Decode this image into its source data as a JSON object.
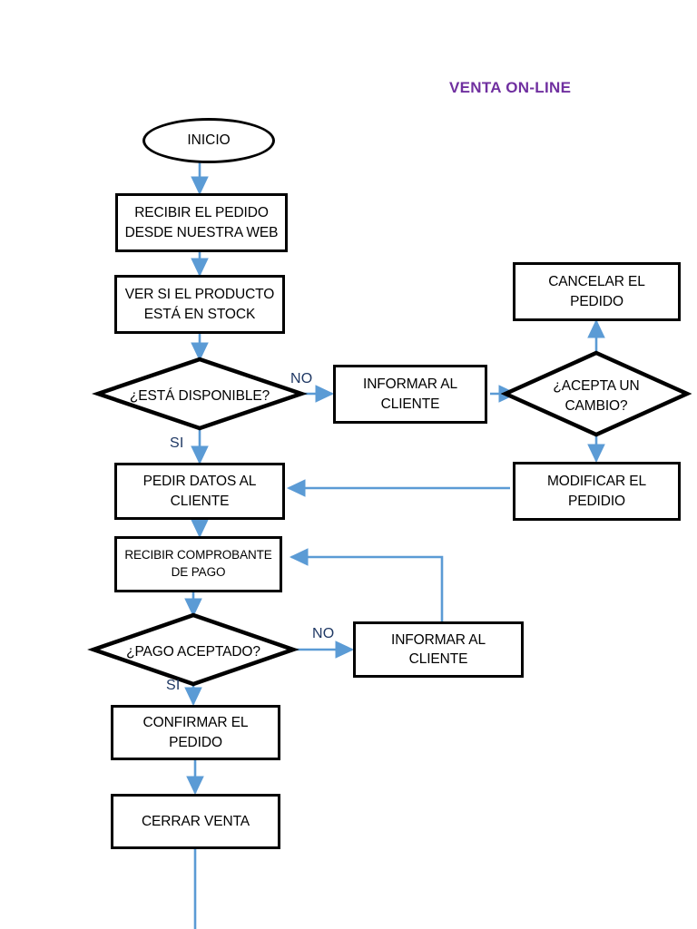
{
  "document": {
    "title": "VENTA ON-LINE",
    "title_color": "#7030A0",
    "background": "#ffffff"
  },
  "theme": {
    "shape_stroke": "#000000",
    "arrow_color": "#5B9BD5",
    "label_color": "#1F3864",
    "text_color": "#000000"
  },
  "flowchart": {
    "type": "flowchart",
    "orientation": "top-to-bottom",
    "nodes": [
      {
        "id": "inicio",
        "shape": "terminator",
        "text": "INICIO"
      },
      {
        "id": "recibir",
        "shape": "process",
        "line1": "RECIBIR EL PEDIDO",
        "line2": "DESDE NUESTRA WEB"
      },
      {
        "id": "verstock",
        "shape": "process",
        "line1": "VER SI EL PRODUCTO",
        "line2": "ESTÁ EN STOCK"
      },
      {
        "id": "disponible",
        "shape": "decision",
        "text": "¿ESTÁ DISPONIBLE?"
      },
      {
        "id": "informar1",
        "shape": "process",
        "line1": "INFORMAR AL",
        "line2": "CLIENTE"
      },
      {
        "id": "aceptacambio",
        "shape": "decision",
        "line1": "¿ACEPTA UN",
        "line2": "CAMBIO?"
      },
      {
        "id": "cancelar",
        "shape": "process",
        "line1": "CANCELAR EL",
        "line2": "PEDIDO"
      },
      {
        "id": "modificar",
        "shape": "process",
        "line1": "MODIFICAR EL",
        "line2": "PEDIDIO"
      },
      {
        "id": "pedirdatos",
        "shape": "process",
        "line1": "PEDIR DATOS AL",
        "line2": "CLIENTE"
      },
      {
        "id": "comprobante",
        "shape": "process",
        "line1": "RECIBIR COMPROBANTE",
        "line2": "DE PAGO"
      },
      {
        "id": "pagoaceptado",
        "shape": "decision",
        "text": "¿PAGO ACEPTADO?"
      },
      {
        "id": "informar2",
        "shape": "process",
        "line1": "INFORMAR AL",
        "line2": "CLIENTE"
      },
      {
        "id": "confirmar",
        "shape": "process",
        "line1": "CONFIRMAR EL",
        "line2": "PEDIDO"
      },
      {
        "id": "cerrar",
        "shape": "process",
        "text": "CERRAR VENTA"
      }
    ],
    "edge_labels": {
      "disponible_no": "NO",
      "disponible_si": "SI",
      "pago_no": "NO",
      "pago_si": "SI"
    }
  }
}
